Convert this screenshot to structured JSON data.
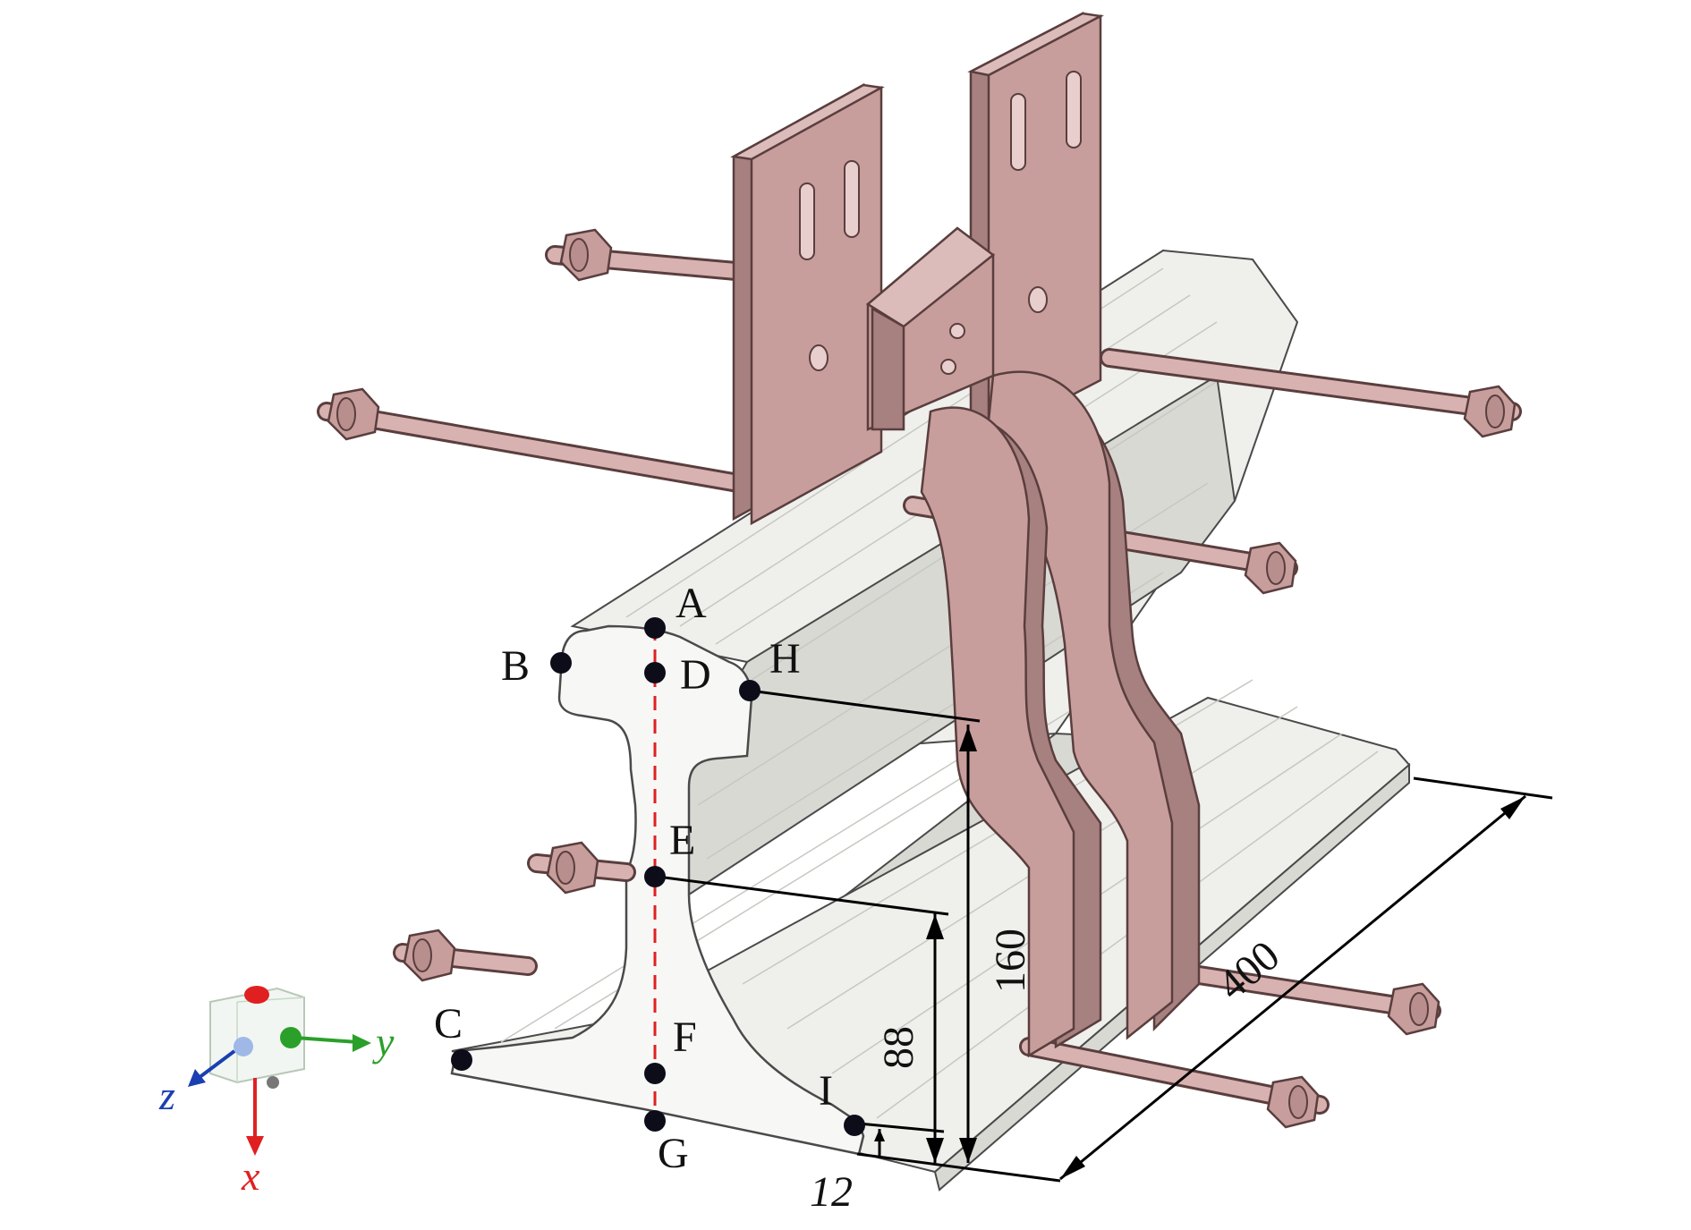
{
  "points": [
    {
      "id": "A",
      "label": "A"
    },
    {
      "id": "B",
      "label": "B"
    },
    {
      "id": "C",
      "label": "C"
    },
    {
      "id": "D",
      "label": "D"
    },
    {
      "id": "E",
      "label": "E"
    },
    {
      "id": "F",
      "label": "F"
    },
    {
      "id": "G",
      "label": "G"
    },
    {
      "id": "H",
      "label": "H"
    },
    {
      "id": "I",
      "label": "I"
    }
  ],
  "dimensions": {
    "height_total": "160",
    "height_mid": "88",
    "height_low": "12",
    "length": "400"
  },
  "axes": {
    "x": "x",
    "y": "y",
    "z": "z"
  },
  "colors": {
    "rail": "#efefec",
    "copper": "#c79e9c",
    "section_line": "#e02020",
    "x_axis": "#e02020",
    "y_axis": "#2aa02a",
    "z_axis": "#1a3fb0"
  }
}
